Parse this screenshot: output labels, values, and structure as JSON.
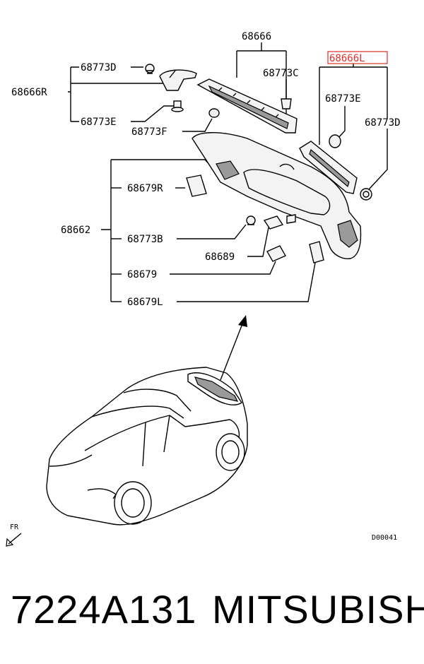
{
  "labels": {
    "p68666": "68666",
    "p68666L": "68666L",
    "p68773C": "68773C",
    "p68773E_right": "68773E",
    "p68773D_right": "68773D",
    "p68773D_left": "68773D",
    "p68666R": "68666R",
    "p68773E_left": "68773E",
    "p68773F": "68773F",
    "p68679R": "68679R",
    "p68662": "68662",
    "p68773B": "68773B",
    "p68689": "68689",
    "p68679": "68679",
    "p68679L": "68679L"
  },
  "direction": "FR",
  "diagram_code": "D00041",
  "part_number": "7224A131",
  "brand": "MITSUBISHI",
  "highlight_color": "#e0302a"
}
